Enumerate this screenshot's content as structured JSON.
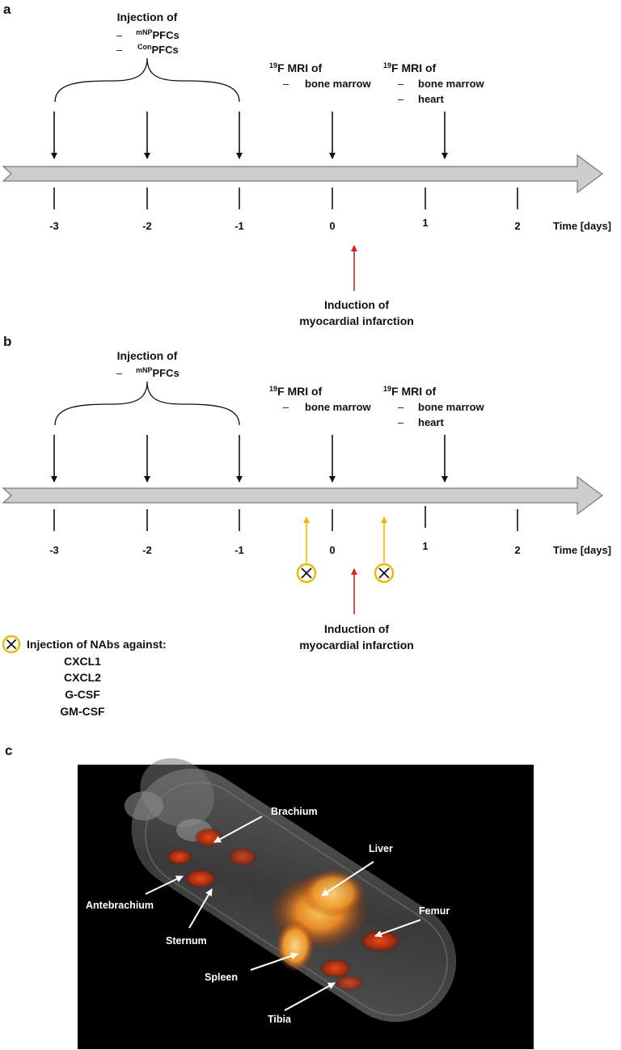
{
  "panels": {
    "a": {
      "letter": "a",
      "injection": {
        "title": "Injection of",
        "items": [
          {
            "sup": "mNP",
            "text": "PFCs"
          },
          {
            "sup": "Con",
            "text": "PFCs"
          }
        ]
      },
      "mri1": {
        "sup": "19",
        "title": "F MRI of",
        "items": [
          "bone marrow"
        ]
      },
      "mri2": {
        "sup": "19",
        "title": "F MRI of",
        "items": [
          "bone marrow",
          "heart"
        ]
      },
      "ticks": [
        "-3",
        "-2",
        "-1",
        "0",
        "1",
        "2"
      ],
      "time_label": "Time [days]",
      "mi": {
        "line1": "Induction of",
        "line2": "myocardial infarction"
      }
    },
    "b": {
      "letter": "b",
      "injection": {
        "title": "Injection of",
        "items": [
          {
            "sup": "mNP",
            "text": "PFCs"
          }
        ]
      },
      "mri1": {
        "sup": "19",
        "title": "F MRI of",
        "items": [
          "bone marrow"
        ]
      },
      "mri2": {
        "sup": "19",
        "title": "F MRI of",
        "items": [
          "bone marrow",
          "heart"
        ]
      },
      "ticks": [
        "-3",
        "-2",
        "-1",
        "0",
        "1",
        "2"
      ],
      "time_label": "Time [days]",
      "mi": {
        "line1": "Induction of",
        "line2": "myocardial infarction"
      },
      "nabs": {
        "title": "Injection of NAbs against:",
        "items": [
          "CXCL1",
          "CXCL2",
          "G-CSF",
          "GM-CSF"
        ]
      }
    },
    "c": {
      "letter": "c",
      "labels": [
        "Brachium",
        "Liver",
        "Antebrachium",
        "Femur",
        "Sternum",
        "Spleen",
        "Tibia"
      ]
    }
  },
  "dash": "–",
  "colors": {
    "timeline_fill": "#cdcdcd",
    "timeline_stroke": "#7a7a7a",
    "mi_arrow": "#d62020",
    "nab_arrow": "#f0b800",
    "image_bg": "#000000"
  }
}
